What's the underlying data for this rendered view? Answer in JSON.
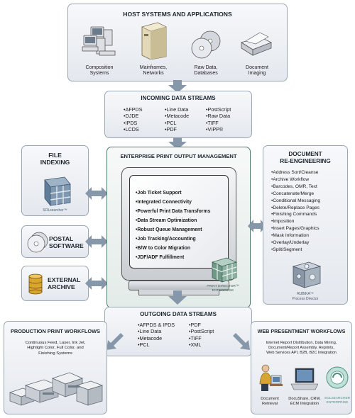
{
  "host": {
    "title": "HOST SYSTEMS AND APPLICATIONS",
    "items": [
      {
        "label": "Composition\nSystems",
        "icon": "computers-icon"
      },
      {
        "label": "Mainframes,\nNetworks",
        "icon": "mainframe-icon"
      },
      {
        "label": "Raw Data,\nDatabases",
        "icon": "discs-icon"
      },
      {
        "label": "Document\nImaging",
        "icon": "scanner-icon"
      }
    ]
  },
  "incoming": {
    "title": "INCOMING DATA STREAMS",
    "col1": [
      "AFPDS",
      "DJDE",
      "IPDS",
      "LCDS"
    ],
    "col2": [
      "Line Data",
      "Metacode",
      "PCL",
      "PDF"
    ],
    "col3": [
      "PostScript",
      "Raw Data",
      "TIFF",
      "VIPP®"
    ]
  },
  "file_indexing": {
    "title": "FILE\nINDEXING",
    "caption": "SOLsearcher™"
  },
  "postal": {
    "title": "POSTAL\nSOFTWARE"
  },
  "archive": {
    "title": "EXTERNAL\nARCHIVE"
  },
  "epom": {
    "title": "ENTERPRISE PRINT OUTPUT MANAGEMENT",
    "items": [
      "Job Ticket Support",
      "Integrated Connectivity",
      "Powerful Print Data Transforms",
      "Data Stream Optimization",
      "Robust Queue Management",
      "Job Tracking/Accounting",
      "B/W to Color Migration",
      "JDF/ADF Fulfillment"
    ],
    "product": "PRINT DIRECTOR™\nENTERPRISE"
  },
  "reeng": {
    "title": "DOCUMENT\nRE-ENGINEERING",
    "items": [
      "Address Sort/Cleanse",
      "Archive Workflow",
      "Barcodes, OMR, Text",
      "Concatenate/Merge",
      "Conditional Messaging",
      "Delete/Replace Pages",
      "Finishing Commands",
      "Imposition",
      "Insert Pages/Graphics",
      "Mask Information",
      "Overlay/Underlay",
      "Split/Segment"
    ],
    "product_name": "RUBIKA™",
    "product_sub": "Process Director"
  },
  "outgoing": {
    "title": "OUTGOING DATA STREAMS",
    "col1": [
      "AFPDS & IPDS",
      "Line Data",
      "Metacode",
      "PCL"
    ],
    "col2": [
      "PDF",
      "PostScript",
      "TIFF",
      "XML"
    ]
  },
  "production": {
    "title": "PRODUCTION PRINT WORKFLOWS",
    "desc": "Continuous Feed, Laser, Ink Jet,\nHighlight Color, Full Color, and\nFinishing Systems"
  },
  "web": {
    "title": "WEB PRESENTMENT WORKFLOWS",
    "desc": "Internet Report Distribution, Data Mining,\nDocument/Report Assembly, Reprints,\nWeb Services API, B2B, B2C Integration",
    "items": [
      {
        "label": "Document\nRetrieval"
      },
      {
        "label": "DocuShare, CRM,\nECM Integration"
      },
      {
        "label": "SOLSEARCHER\nENTERPRISE"
      }
    ]
  },
  "colors": {
    "arrow": "#8797aa",
    "center_border": "#4f7a6a",
    "center_bg": "#eef3f1"
  }
}
